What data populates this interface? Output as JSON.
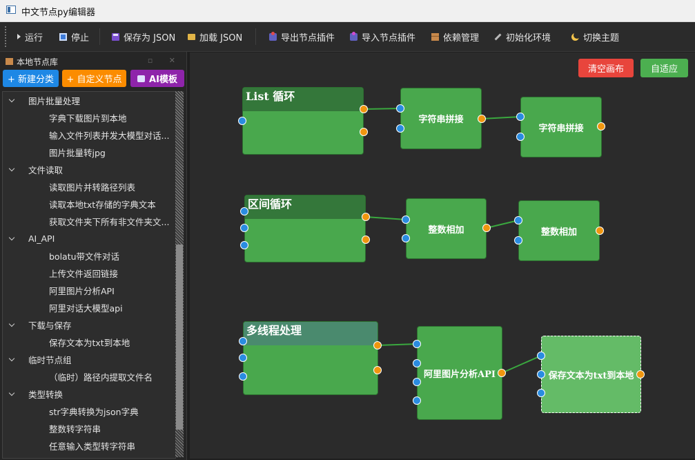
{
  "window": {
    "title": "中文节点py编辑器"
  },
  "toolbar": {
    "run": "运行",
    "stop": "停止",
    "save_json": "保存为 JSON",
    "load_json": "加载 JSON",
    "export_plugin": "导出节点插件",
    "import_plugin": "导入节点插件",
    "deps": "依赖管理",
    "init_env": "初始化环境",
    "theme": "切换主题"
  },
  "sidebar": {
    "title": "本地节点库",
    "new_category": "+ 新建分类",
    "custom_node": "+ 自定义节点",
    "ai_template": "AI模板",
    "tree": [
      {
        "label": "图片批量处理",
        "items": [
          "字典下载图片到本地",
          "输入文件列表并发大模型对话...",
          "图片批量转jpg"
        ]
      },
      {
        "label": "文件读取",
        "items": [
          "读取图片并转路径列表",
          "读取本地txt存储的字典文本",
          "获取文件夹下所有非文件夹文..."
        ]
      },
      {
        "label": "AI_API",
        "items": [
          "bolatu带文件对话",
          "上传文件返回链接",
          "阿里图片分析API",
          "阿里对话大模型api"
        ]
      },
      {
        "label": "下载与保存",
        "items": [
          "保存文本为txt到本地"
        ]
      },
      {
        "label": "临时节点组",
        "items": [
          "（临时）路径内提取文件名"
        ]
      },
      {
        "label": "类型转换",
        "items": [
          "str字典转换为json字典",
          "整数转字符串",
          "任意输入类型转字符串"
        ]
      }
    ]
  },
  "canvas": {
    "clear": "清空画布",
    "fit": "自适应",
    "nodes": {
      "list_loop": "List 循环",
      "str_join_1": "字符串拼接",
      "str_join_2": "字符串拼接",
      "range_loop": "区间循环",
      "int_add_1": "整数相加",
      "int_add_2": "整数相加",
      "multithread": "多线程处理",
      "ali_api": "阿里图片分析API",
      "save_txt": "保存文本为txt到本地"
    }
  },
  "colors": {
    "node_green": "#49a84d",
    "header_green": "#34773a",
    "input_port": "#2a8ce0",
    "output_port": "#f0960f",
    "clear_button": "#e8453c",
    "fit_button": "#4caf50",
    "new_category": "#1e88e5",
    "custom_node": "#fb8c00",
    "ai_template": "#8e24aa"
  }
}
